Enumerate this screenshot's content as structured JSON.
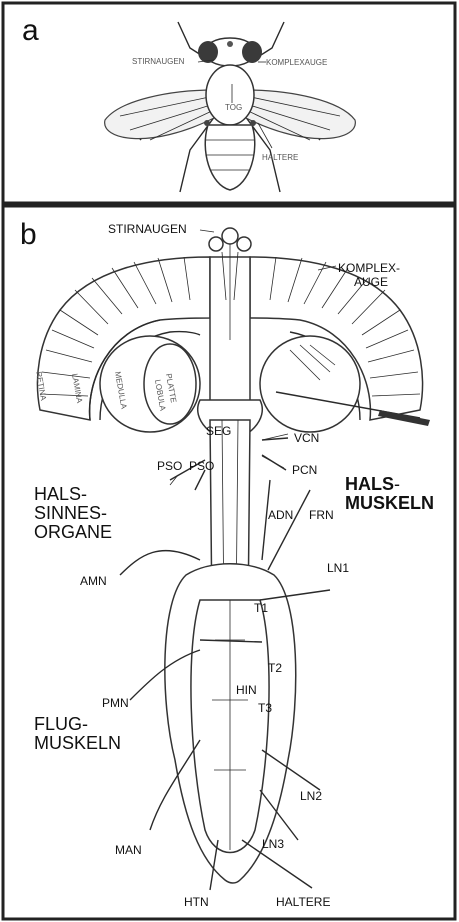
{
  "panel_a": {
    "letter": "a",
    "labels": {
      "stirnaugen": "STIRNAUGEN",
      "komplexauge": "KOMPLEXAUGE",
      "tog": "TOG",
      "haltere": "HALTERE"
    }
  },
  "panel_b": {
    "letter": "b",
    "labels": {
      "stirnaugen": "STIRNAUGEN",
      "komplex": "KOMPLEX-",
      "auge": "AUGE",
      "retina": "RETINA",
      "lamina": "LAMINA",
      "medulla": "MEDULLA",
      "lobula": "LOBULA",
      "platte": "PLATTE",
      "seg": "SEG",
      "vcn": "VCN",
      "pcn": "PCN",
      "pso": "PSO",
      "pso2": "PSO",
      "hals_bold": "HALS",
      "hals_dash": "-",
      "muskeln_bold": "MUSKELN",
      "hals_sinnes_1": "HALS-",
      "hals_sinnes_2": "SINNES-",
      "hals_sinnes_3": "ORGANE",
      "adn": "ADN",
      "frn": "FRN",
      "ln1": "LN1",
      "amn": "AMN",
      "t1": "T1",
      "t2": "T2",
      "t3": "T3",
      "pmn": "PMN",
      "hin": "HIN",
      "flug_1": "FLUG-",
      "flug_2": "MUSKELN",
      "man": "MAN",
      "ln2": "LN2",
      "ln3": "LN3",
      "htn": "HTN",
      "haltere": "HALTERE"
    }
  },
  "colors": {
    "ink": "#111111",
    "border": "#222222",
    "shade": "#3a3a3a"
  }
}
